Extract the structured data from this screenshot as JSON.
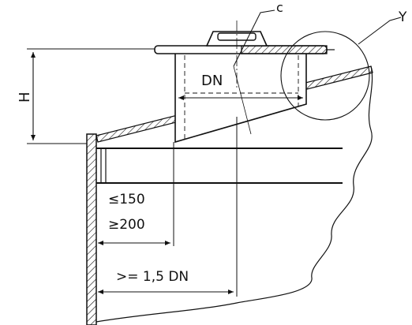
{
  "labels": {
    "detail_c": "c",
    "detail_y": "Y",
    "height": "H",
    "diameter": "DN",
    "dist_max": "≤150",
    "dist_min": "≥200",
    "dist_span": ">= 1,5 DN"
  },
  "colors": {
    "line": "#111111",
    "hatch": "#111111",
    "background": "#ffffff"
  }
}
